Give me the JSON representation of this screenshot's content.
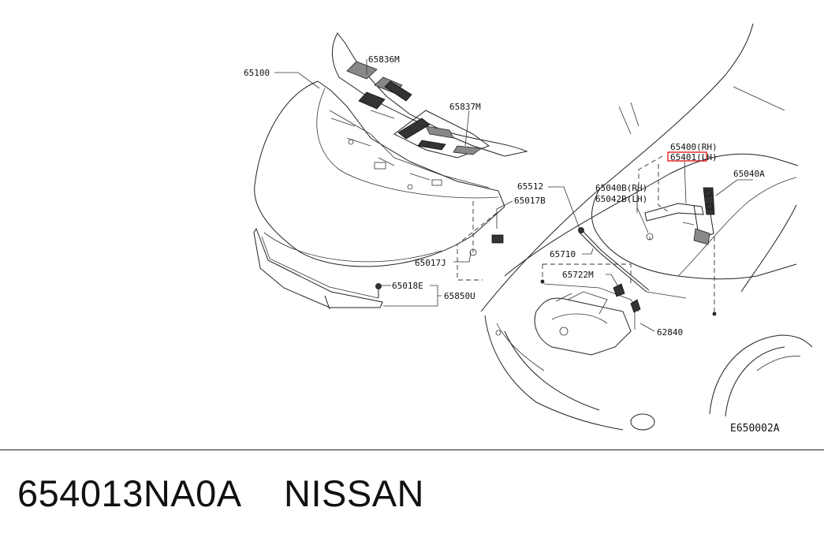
{
  "diagram": {
    "code": "E650002A",
    "highlight_color": "#e02020",
    "labels": {
      "l65100": "65100",
      "l65836M": "65836M",
      "l65837M": "65837M",
      "l65400": "65400(RH)",
      "l65401": "65401(LH)",
      "l65040A": "65040A",
      "l65512": "65512",
      "l65040B": "65040B(RH)",
      "l65042B": "65042B(LH)",
      "l65017B": "65017B",
      "l65017J": "65017J",
      "l65710": "65710",
      "l65722M": "65722M",
      "l65018E": "65018E",
      "l65850U": "65850U",
      "l62840": "62840"
    }
  },
  "footer": {
    "part_number": "654013NA0A",
    "brand": "NISSAN"
  }
}
